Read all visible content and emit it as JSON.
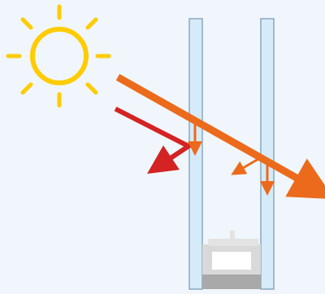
{
  "diagram": {
    "elements": [
      "sun-icon",
      "glass-pane-outer",
      "glass-pane-inner",
      "window-spacer-base",
      "incoming-sunlight-arrow",
      "reflected-heat-arrow",
      "heat-absorption-arrows"
    ]
  },
  "colors": {
    "background": "#f0f6fb",
    "sun": "#ffcc00",
    "glass_fill": "#d6ebf9",
    "glass_stroke": "#8aa7bf",
    "sunlight_arrow": "#ec6a1b",
    "reflected_arrow": "#d42323",
    "spacer_light": "#d9d9d9",
    "spacer_dark": "#a9a9a9",
    "spacer_white": "#ffffff"
  }
}
